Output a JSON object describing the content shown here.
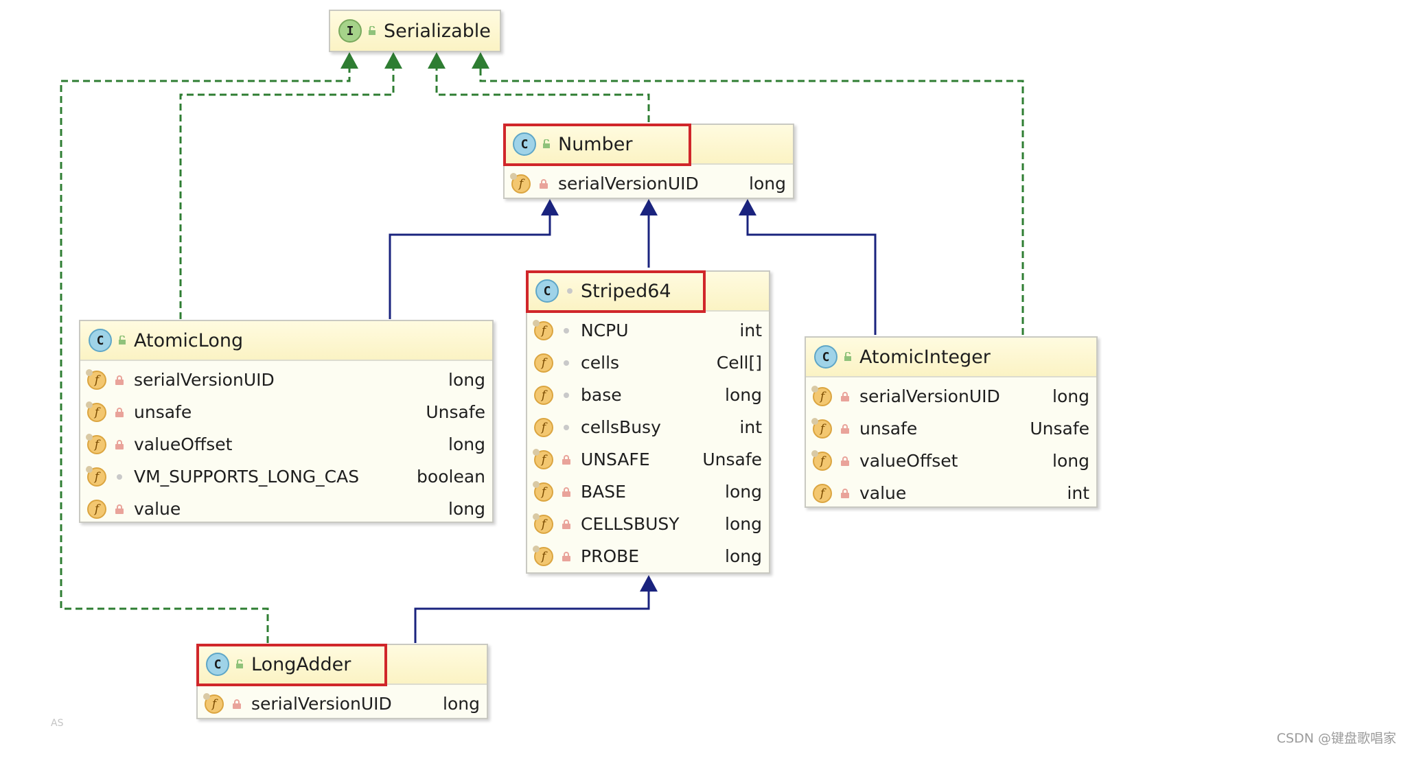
{
  "diagram": {
    "serializable": {
      "name": "Serializable",
      "kind": "I",
      "fields": []
    },
    "number": {
      "name": "Number",
      "kind": "C",
      "fields": [
        {
          "name": "serialVersionUID",
          "type": "long"
        }
      ]
    },
    "striped64": {
      "name": "Striped64",
      "kind": "C",
      "fields": [
        {
          "name": "NCPU",
          "type": "int"
        },
        {
          "name": "cells",
          "type": "Cell[]"
        },
        {
          "name": "base",
          "type": "long"
        },
        {
          "name": "cellsBusy",
          "type": "int"
        },
        {
          "name": "UNSAFE",
          "type": "Unsafe"
        },
        {
          "name": "BASE",
          "type": "long"
        },
        {
          "name": "CELLSBUSY",
          "type": "long"
        },
        {
          "name": "PROBE",
          "type": "long"
        }
      ]
    },
    "atomic_long": {
      "name": "AtomicLong",
      "kind": "C",
      "fields": [
        {
          "name": "serialVersionUID",
          "type": "long"
        },
        {
          "name": "unsafe",
          "type": "Unsafe"
        },
        {
          "name": "valueOffset",
          "type": "long"
        },
        {
          "name": "VM_SUPPORTS_LONG_CAS",
          "type": "boolean"
        },
        {
          "name": "value",
          "type": "long"
        }
      ]
    },
    "atomic_integer": {
      "name": "AtomicInteger",
      "kind": "C",
      "fields": [
        {
          "name": "serialVersionUID",
          "type": "long"
        },
        {
          "name": "unsafe",
          "type": "Unsafe"
        },
        {
          "name": "valueOffset",
          "type": "long"
        },
        {
          "name": "value",
          "type": "int"
        }
      ]
    },
    "long_adder": {
      "name": "LongAdder",
      "kind": "C",
      "fields": [
        {
          "name": "serialVersionUID",
          "type": "long"
        }
      ]
    },
    "colors": {
      "implements_line": "#2e7d32",
      "extends_line": "#1a237e",
      "highlight": "#d0262a"
    }
  },
  "watermark": "CSDN @键盘歌唱家",
  "tiny_mark": "AS"
}
